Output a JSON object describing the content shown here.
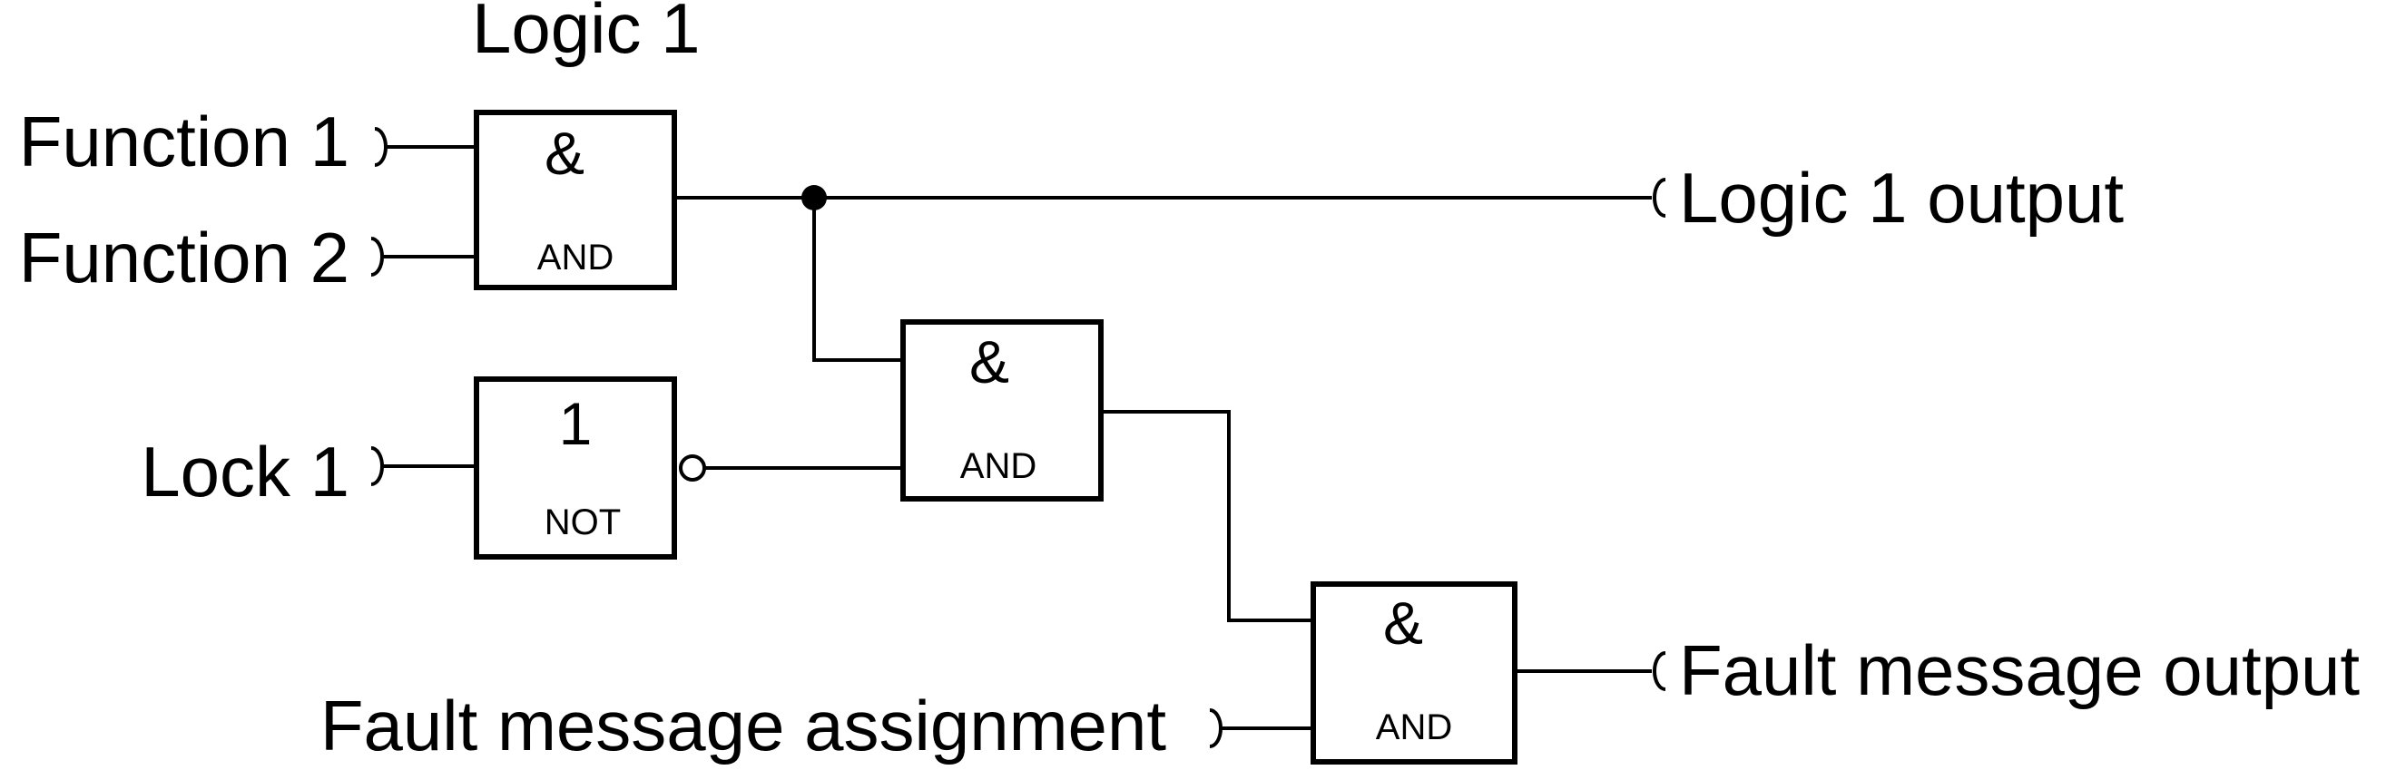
{
  "title": "Logic 1",
  "inputs": {
    "function1": "Function 1",
    "function2": "Function 2",
    "lock1": "Lock 1",
    "fault_assignment": "Fault message assignment"
  },
  "outputs": {
    "logic1_output": "Logic 1 output",
    "fault_output": "Fault message output"
  },
  "gates": {
    "and1": {
      "symbol": "&",
      "name": "AND"
    },
    "not1": {
      "symbol": "1",
      "name": "NOT"
    },
    "and2": {
      "symbol": "&",
      "name": "AND"
    },
    "and3": {
      "symbol": "&",
      "name": "AND"
    }
  }
}
